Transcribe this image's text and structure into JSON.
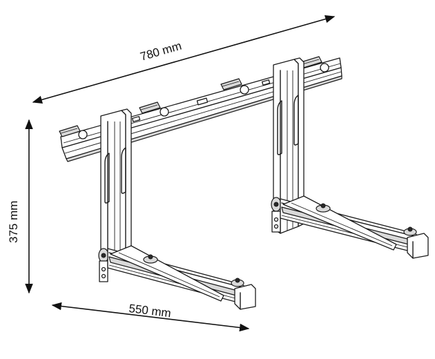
{
  "dimensions": {
    "width_label": "780 mm",
    "height_label": "375 mm",
    "depth_label": "550 mm"
  },
  "colors": {
    "line": "#1a1a1a",
    "fill": "#ffffff",
    "shade": "#d9d9d9"
  }
}
